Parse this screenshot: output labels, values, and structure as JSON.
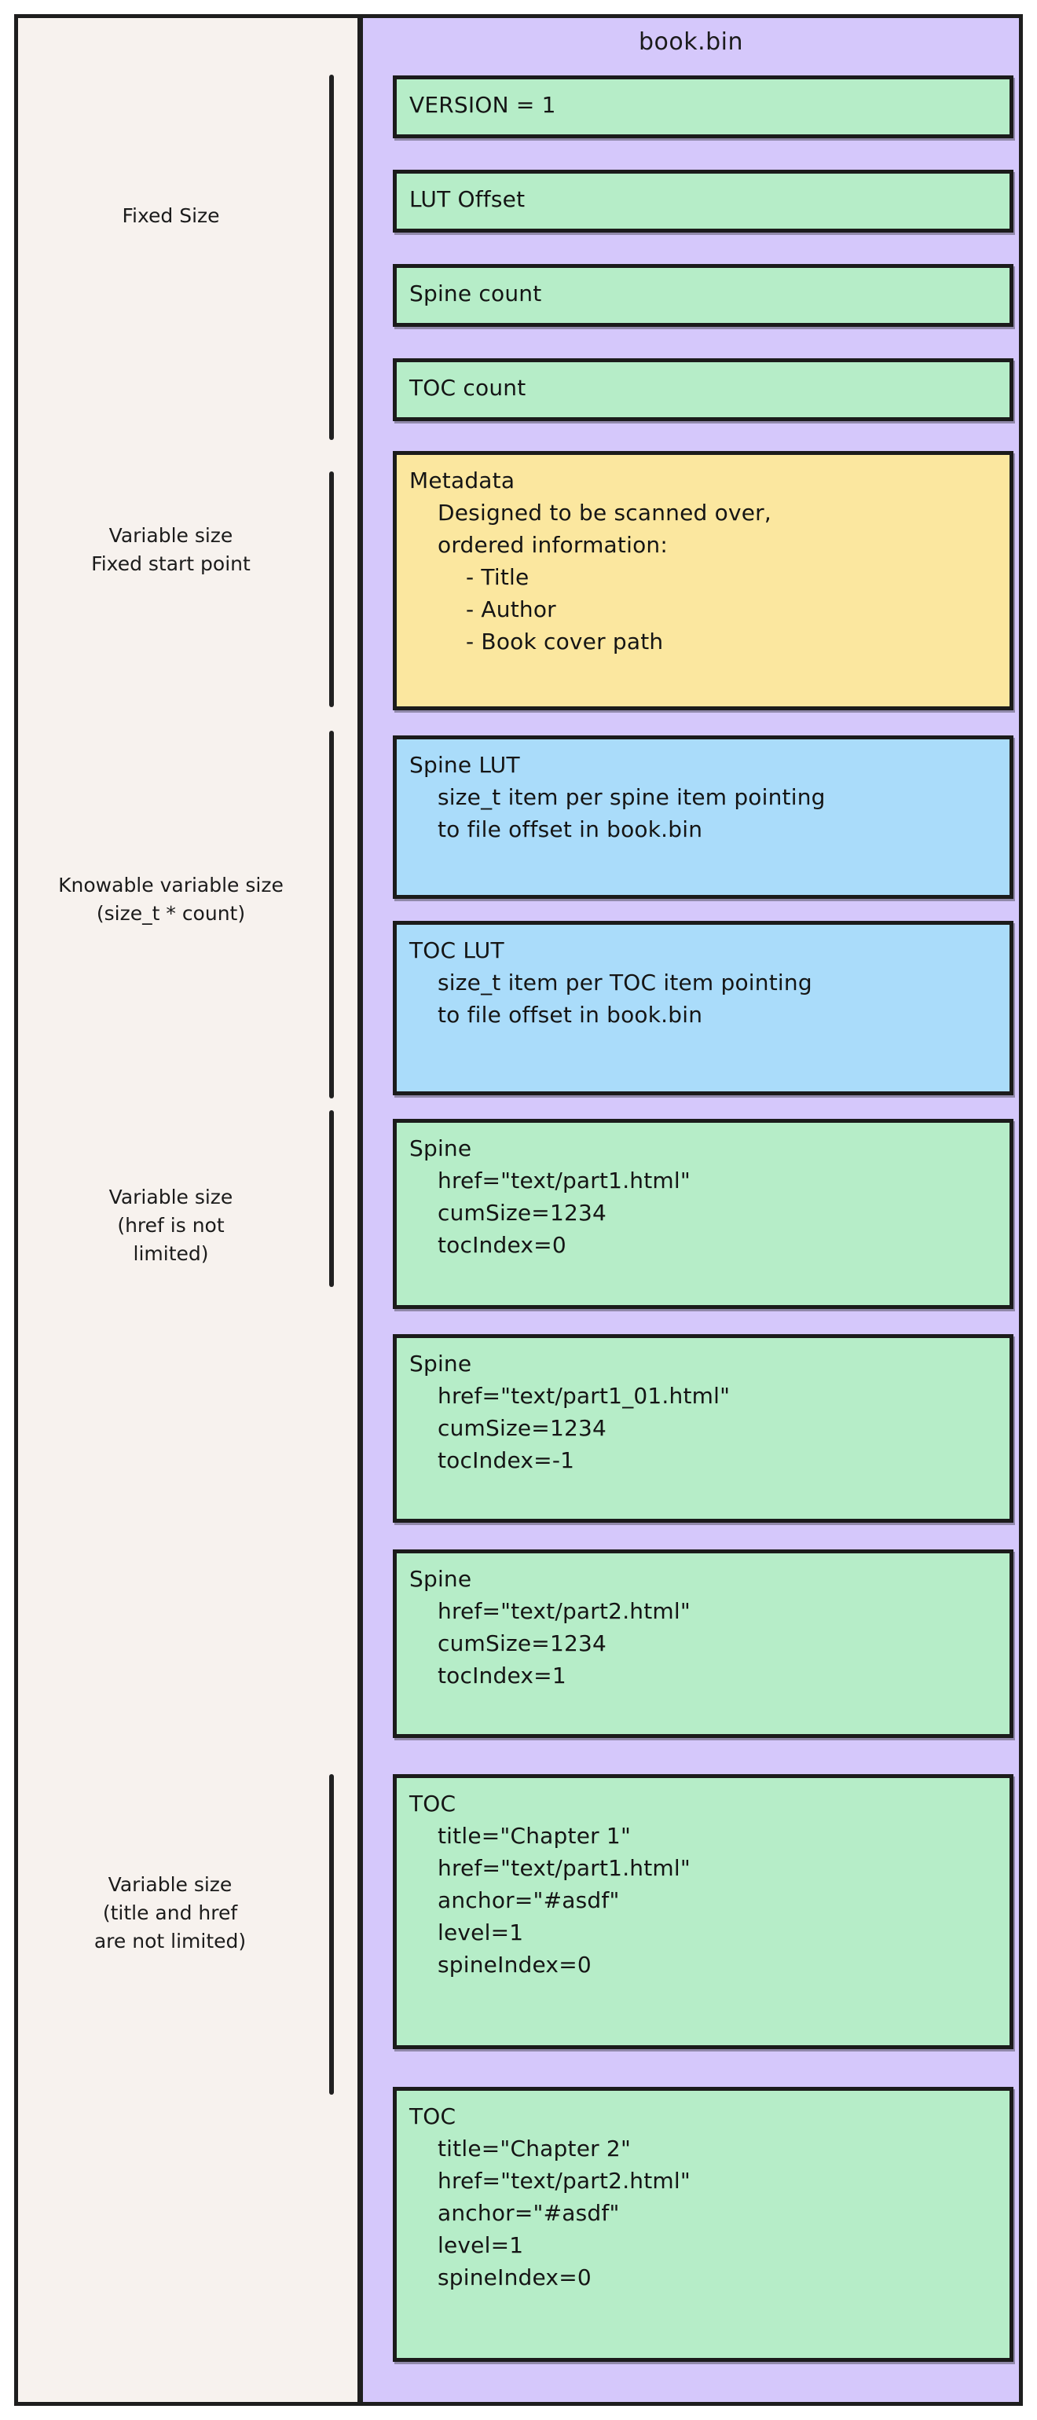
{
  "file": {
    "title": "book.bin"
  },
  "colors": {
    "page_background": "#ffffff",
    "left_panel": "#f7f2ee",
    "right_panel": "#d5c8fb",
    "green_box": "#b6edc8",
    "yellow_box": "#fbe79f",
    "blue_box": "#aadcfa",
    "stroke": "#1b1b1b"
  },
  "groups": [
    {
      "id": "fixed-size",
      "lines": [
        "Fixed Size"
      ]
    },
    {
      "id": "variable-size-fixed-start",
      "lines": [
        "Variable size",
        "Fixed start point"
      ]
    },
    {
      "id": "knowable-variable-size",
      "lines": [
        "Knowable variable size",
        "(size_t * count)"
      ]
    },
    {
      "id": "variable-size-href",
      "lines": [
        "Variable size",
        "(href is not",
        "limited)"
      ]
    },
    {
      "id": "variable-size-title-href",
      "lines": [
        "Variable size",
        "(title and href",
        "are not limited)"
      ]
    }
  ],
  "blocks": [
    {
      "id": "version",
      "color": "green",
      "lines": [
        {
          "text": "VERSION = 1",
          "indent": 0
        }
      ]
    },
    {
      "id": "lut-offset",
      "color": "green",
      "lines": [
        {
          "text": "LUT Offset",
          "indent": 0
        }
      ]
    },
    {
      "id": "spine-count",
      "color": "green",
      "lines": [
        {
          "text": "Spine count",
          "indent": 0
        }
      ]
    },
    {
      "id": "toc-count",
      "color": "green",
      "lines": [
        {
          "text": "TOC count",
          "indent": 0
        }
      ]
    },
    {
      "id": "metadata",
      "color": "yellow",
      "lines": [
        {
          "text": "Metadata",
          "indent": 0
        },
        {
          "text": "Designed to be scanned over,",
          "indent": 1
        },
        {
          "text": "ordered information:",
          "indent": 1
        },
        {
          "text": "- Title",
          "indent": 2
        },
        {
          "text": "- Author",
          "indent": 2
        },
        {
          "text": "- Book cover path",
          "indent": 2
        }
      ]
    },
    {
      "id": "spine-lut",
      "color": "blue",
      "lines": [
        {
          "text": "Spine LUT",
          "indent": 0
        },
        {
          "text": "size_t item per spine item pointing",
          "indent": 1
        },
        {
          "text": "to file offset in book.bin",
          "indent": 1
        }
      ]
    },
    {
      "id": "toc-lut",
      "color": "blue",
      "lines": [
        {
          "text": "TOC LUT",
          "indent": 0
        },
        {
          "text": "size_t item per TOC item pointing",
          "indent": 1
        },
        {
          "text": "to file offset in book.bin",
          "indent": 1
        }
      ]
    },
    {
      "id": "spine-1",
      "color": "green",
      "lines": [
        {
          "text": "Spine",
          "indent": 0
        },
        {
          "text": "href=\"text/part1.html\"",
          "indent": 1
        },
        {
          "text": "cumSize=1234",
          "indent": 1
        },
        {
          "text": "tocIndex=0",
          "indent": 1
        }
      ]
    },
    {
      "id": "spine-2",
      "color": "green",
      "lines": [
        {
          "text": "Spine",
          "indent": 0
        },
        {
          "text": "href=\"text/part1_01.html\"",
          "indent": 1
        },
        {
          "text": "cumSize=1234",
          "indent": 1
        },
        {
          "text": "tocIndex=-1",
          "indent": 1
        }
      ]
    },
    {
      "id": "spine-3",
      "color": "green",
      "lines": [
        {
          "text": "Spine",
          "indent": 0
        },
        {
          "text": "href=\"text/part2.html\"",
          "indent": 1
        },
        {
          "text": "cumSize=1234",
          "indent": 1
        },
        {
          "text": "tocIndex=1",
          "indent": 1
        }
      ]
    },
    {
      "id": "toc-1",
      "color": "green",
      "lines": [
        {
          "text": "TOC",
          "indent": 0
        },
        {
          "text": "title=\"Chapter 1\"",
          "indent": 1
        },
        {
          "text": "href=\"text/part1.html\"",
          "indent": 1
        },
        {
          "text": "anchor=\"#asdf\"",
          "indent": 1
        },
        {
          "text": "level=1",
          "indent": 1
        },
        {
          "text": "spineIndex=0",
          "indent": 1
        }
      ]
    },
    {
      "id": "toc-2",
      "color": "green",
      "lines": [
        {
          "text": "TOC",
          "indent": 0
        },
        {
          "text": "title=\"Chapter 2\"",
          "indent": 1
        },
        {
          "text": "href=\"text/part2.html\"",
          "indent": 1
        },
        {
          "text": "anchor=\"#asdf\"",
          "indent": 1
        },
        {
          "text": "level=1",
          "indent": 1
        },
        {
          "text": "spineIndex=0",
          "indent": 1
        }
      ]
    }
  ]
}
